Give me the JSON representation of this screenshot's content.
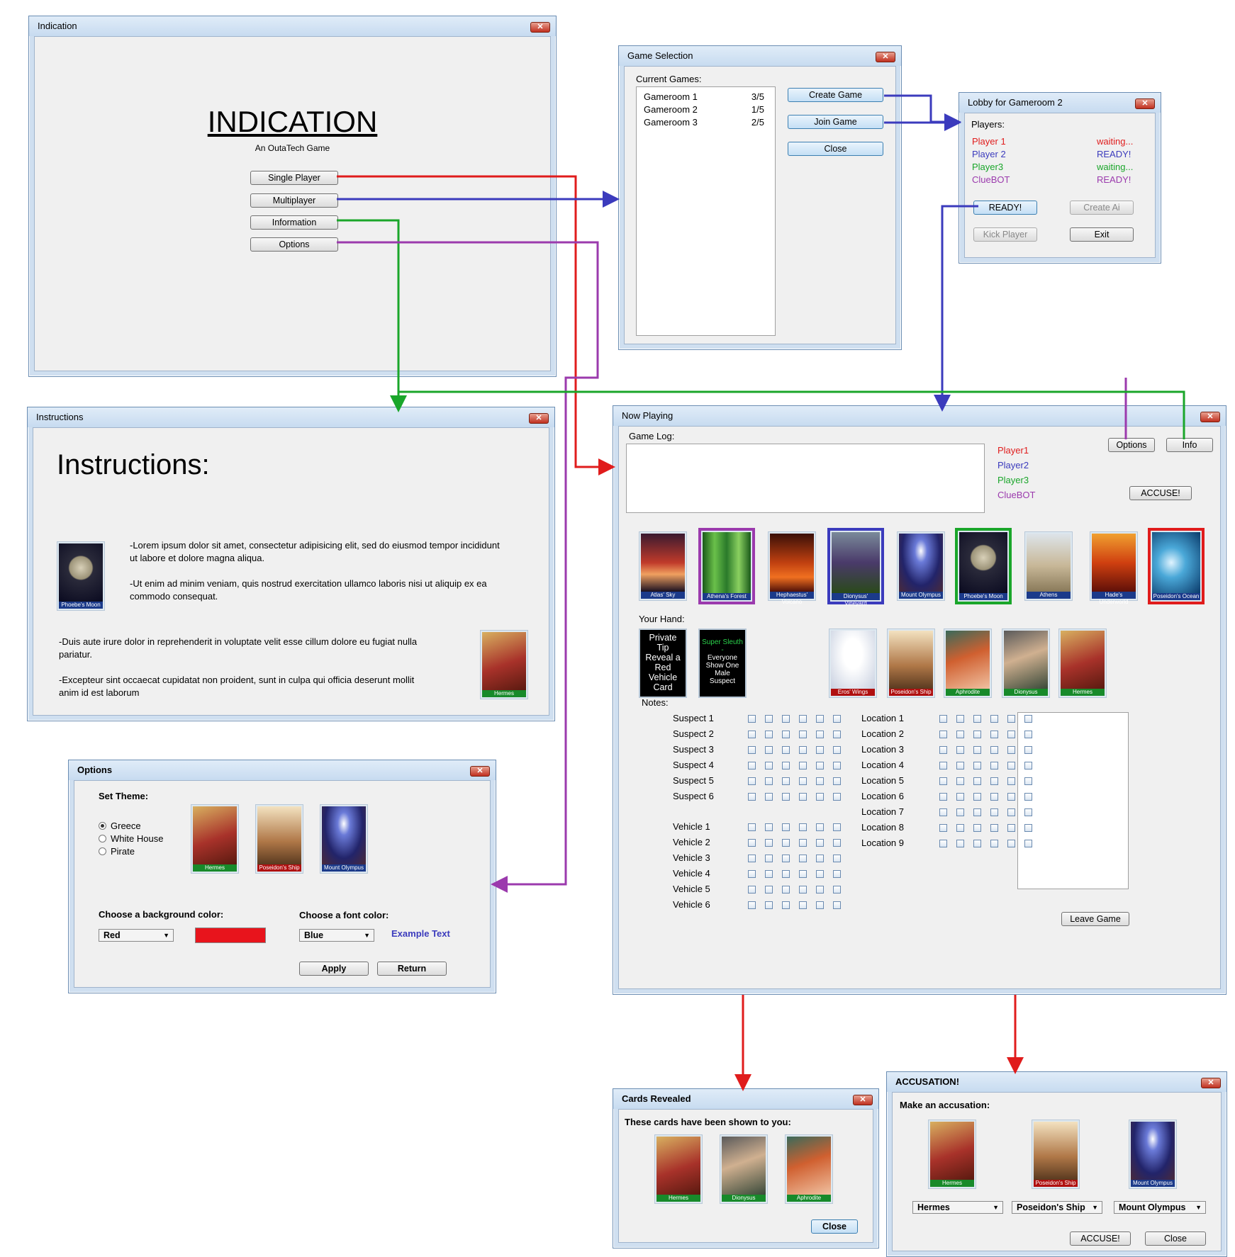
{
  "colors": {
    "player1": "#e01c1c",
    "player2": "#3b3bbd",
    "player3": "#1aa62a",
    "cluebot": "#9b3aad",
    "accent": "#3b3bbd"
  },
  "main_window": {
    "title": "Indication",
    "game_title": "INDICATION",
    "subtitle": "An OutaTech Game",
    "buttons": {
      "single": "Single Player",
      "multi": "Multiplayer",
      "info": "Information",
      "options": "Options"
    }
  },
  "game_selection": {
    "title": "Game Selection",
    "list_label": "Current Games:",
    "games": [
      {
        "name": "Gameroom 1",
        "count": "3/5"
      },
      {
        "name": "Gameroom 2",
        "count": "1/5"
      },
      {
        "name": "Gameroom 3",
        "count": "2/5"
      }
    ],
    "create": "Create Game",
    "join": "Join Game",
    "close": "Close"
  },
  "lobby": {
    "title": "Lobby for Gameroom 2",
    "label": "Players:",
    "players": [
      {
        "name": "Player 1",
        "status": "waiting..."
      },
      {
        "name": "Player 2",
        "status": "READY!"
      },
      {
        "name": "Player3",
        "status": "waiting..."
      },
      {
        "name": "ClueBOT",
        "status": "READY!"
      }
    ],
    "ready": "READY!",
    "create_ai": "Create Ai",
    "kick": "Kick Player",
    "exit": "Exit"
  },
  "instructions": {
    "title": "Instructions",
    "heading": "Instructions:",
    "p1": "-Lorem ipsum dolor sit amet, consectetur adipisicing elit, sed do eiusmod tempor incididunt",
    "p1b": "ut labore et dolore magna aliqua.",
    "p2": "-Ut enim ad minim veniam, quis nostrud exercitation ullamco laboris nisi ut aliquip ex ea",
    "p2b": "commodo consequat.",
    "p3": "-Duis aute irure dolor in reprehenderit in voluptate velit esse cillum dolore eu fugiat nulla",
    "p3b": "pariatur.",
    "p4": "-Excepteur sint occaecat cupidatat non proident, sunt in culpa qui officia deserunt mollit",
    "p4b": "anim id est laborum",
    "card1": "Phoebe's Moon",
    "card2": "Hermes"
  },
  "now_playing": {
    "title": "Now Playing",
    "log_label": "Game Log:",
    "players": [
      "Player1",
      "Player2",
      "Player3",
      "ClueBOT"
    ],
    "options": "Options",
    "info": "Info",
    "accuse": "ACCUSE!",
    "locations": [
      "Atlas' Sky",
      "Athena's Forest",
      "Hephaestus' Volcano",
      "Dionysus' Vineyard",
      "Mount Olympus",
      "Phoebe's Moon",
      "Athens",
      "Hade's Underworld",
      "Poseidon's Ocean"
    ],
    "hand_label": "Your Hand:",
    "tip1": "Private Tip Reveal a Red Vehicle Card",
    "tip2a": "Super Sleuth -",
    "tip2b": "Everyone Show One Male Suspect",
    "hand": [
      "Eros' Wings",
      "Poseidon's Ship",
      "Aphrodite",
      "Dionysus",
      "Hermes"
    ],
    "notes_label": "Notes:",
    "suspects": [
      "Suspect 1",
      "Suspect 2",
      "Suspect 3",
      "Suspect 4",
      "Suspect 5",
      "Suspect 6"
    ],
    "vehicles": [
      "Vehicle 1",
      "Vehicle 2",
      "Vehicle 3",
      "Vehicle 4",
      "Vehicle 5",
      "Vehicle 6"
    ],
    "locs": [
      "Location 1",
      "Location 2",
      "Location 3",
      "Location 4",
      "Location 5",
      "Location 6",
      "Location 7",
      "Location 8",
      "Location 9"
    ],
    "leave": "Leave Game"
  },
  "options_win": {
    "title": "Options",
    "theme_label": "Set Theme:",
    "themes": [
      "Greece",
      "White House",
      "Pirate"
    ],
    "cards": [
      "Hermes",
      "Poseidon's Ship",
      "Mount Olympus"
    ],
    "bg_label": "Choose a background color:",
    "bg_value": "Red",
    "bg_swatch": "#e8141c",
    "font_label": "Choose a font color:",
    "font_value": "Blue",
    "example": "Example Text",
    "apply": "Apply",
    "return": "Return"
  },
  "revealed": {
    "title": "Cards Revealed",
    "label": "These cards have been shown to you:",
    "cards": [
      "Hermes",
      "Dionysus",
      "Aphrodite"
    ],
    "close": "Close"
  },
  "accusation": {
    "title": "ACCUSATION!",
    "label": "Make an accusation:",
    "cards": [
      "Hermes",
      "Poseidon's Ship",
      "Mount Olympus"
    ],
    "sel1": "Hermes",
    "sel2": "Poseidon's Ship",
    "sel3": "Mount Olympus",
    "accuse": "ACCUSE!",
    "close": "Close"
  }
}
